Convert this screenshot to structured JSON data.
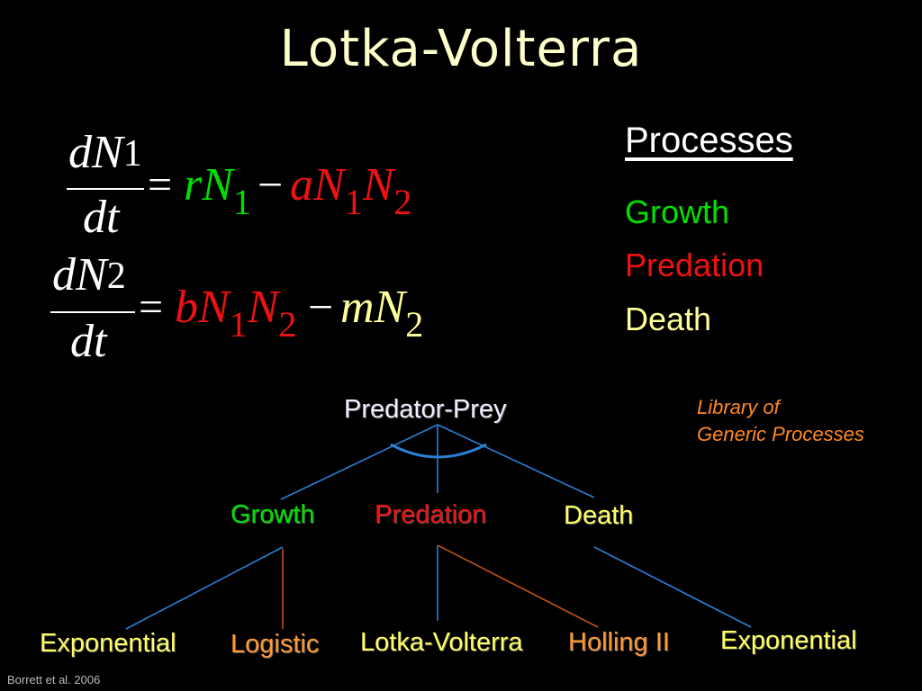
{
  "title": "Lotka-Volterra",
  "colors": {
    "title": "#ffffcc",
    "growth": "#00e000",
    "predation": "#ee1111",
    "death": "#ffff99",
    "white": "#ffffff",
    "library": "#ff8822",
    "leaf_yellow": "#ffff66",
    "leaf_orange": "#ff9933",
    "link_blue": "#2a7fd4",
    "link_orange": "#c0501a",
    "node_top": "#eeeeff",
    "citation": "#bbbbbb"
  },
  "equations": {
    "eq1": {
      "numerator": "dN",
      "numerator_sub": "1",
      "denominator": "dt",
      "equals": "=",
      "term1_coef": "rN",
      "term1_sub": "1",
      "minus": "−",
      "term2_coef": "aN",
      "term2_sub1": "1",
      "term2_var": "N",
      "term2_sub2": "2"
    },
    "eq2": {
      "numerator": "dN",
      "numerator_sub": "2",
      "denominator": "dt",
      "equals": "=",
      "term1_coef": "bN",
      "term1_sub1": "1",
      "term1_var": "N",
      "term1_sub2": "2",
      "minus": "−",
      "term2_coef": "mN",
      "term2_sub": "2"
    }
  },
  "processes": {
    "heading": "Processes",
    "growth": "Growth",
    "predation": "Predation",
    "death": "Death"
  },
  "library_note": {
    "line1": "Library of",
    "line2": "Generic Processes"
  },
  "tree": {
    "root": "Predator-Prey",
    "level1": {
      "growth": "Growth",
      "predation": "Predation",
      "death": "Death"
    },
    "leaves": {
      "exponential_1": "Exponential",
      "logistic": "Logistic",
      "lotka_volterra": "Lotka-Volterra",
      "holling_ii": "Holling II",
      "exponential_2": "Exponential"
    }
  },
  "citation": "Borrett et al. 2006"
}
